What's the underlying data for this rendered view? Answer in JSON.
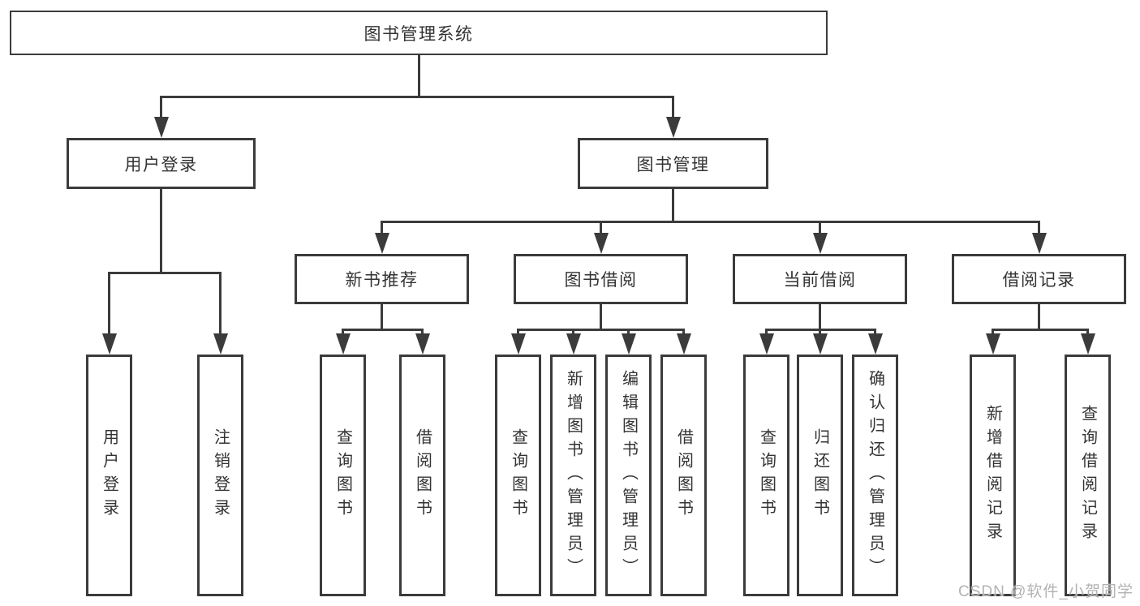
{
  "diagram": {
    "title": "图书管理系统",
    "watermark": "CSDN @软件_小贺同学",
    "colors": {
      "line": "#3b3b3b",
      "text": "#333333",
      "background": "#ffffff",
      "watermark": "#b3b3b3"
    },
    "nodes": [
      {
        "id": "root",
        "label": "图书管理系统",
        "level": 1
      },
      {
        "id": "user-login",
        "label": "用户登录",
        "level": 2
      },
      {
        "id": "book-mgmt",
        "label": "图书管理",
        "level": 2
      },
      {
        "id": "new-books",
        "label": "新书推荐",
        "level": 3
      },
      {
        "id": "book-borrow",
        "label": "图书借阅",
        "level": 3
      },
      {
        "id": "current-borrow",
        "label": "当前借阅",
        "level": 3
      },
      {
        "id": "borrow-records",
        "label": "借阅记录",
        "level": 3
      },
      {
        "id": "login",
        "label": "用户登录",
        "level": 4
      },
      {
        "id": "logout",
        "label": "注销登录",
        "level": 4
      },
      {
        "id": "nb-query",
        "label": "查询图书",
        "level": 4
      },
      {
        "id": "nb-borrow",
        "label": "借阅图书",
        "level": 4
      },
      {
        "id": "bb-query",
        "label": "查询图书",
        "level": 4
      },
      {
        "id": "bb-add",
        "label": "新增图书（管理员）",
        "level": 4
      },
      {
        "id": "bb-edit",
        "label": "编辑图书（管理员）",
        "level": 4
      },
      {
        "id": "bb-borrow",
        "label": "借阅图书",
        "level": 4
      },
      {
        "id": "cb-query",
        "label": "查询图书",
        "level": 4
      },
      {
        "id": "cb-return",
        "label": "归还图书",
        "level": 4
      },
      {
        "id": "cb-confirm",
        "label": "确认归还（管理员）",
        "level": 4
      },
      {
        "id": "br-add",
        "label": "新增借阅记录",
        "level": 4
      },
      {
        "id": "br-query",
        "label": "查询借阅记录",
        "level": 4
      }
    ],
    "edges": [
      {
        "parent": "root",
        "children": [
          "user-login",
          "book-mgmt"
        ]
      },
      {
        "parent": "user-login",
        "children": [
          "login",
          "logout"
        ]
      },
      {
        "parent": "book-mgmt",
        "children": [
          "new-books",
          "book-borrow",
          "current-borrow",
          "borrow-records"
        ]
      },
      {
        "parent": "new-books",
        "children": [
          "nb-query",
          "nb-borrow"
        ]
      },
      {
        "parent": "book-borrow",
        "children": [
          "bb-query",
          "bb-add",
          "bb-edit",
          "bb-borrow"
        ]
      },
      {
        "parent": "current-borrow",
        "children": [
          "cb-query",
          "cb-return",
          "cb-confirm"
        ]
      },
      {
        "parent": "borrow-records",
        "children": [
          "br-add",
          "br-query"
        ]
      }
    ]
  }
}
